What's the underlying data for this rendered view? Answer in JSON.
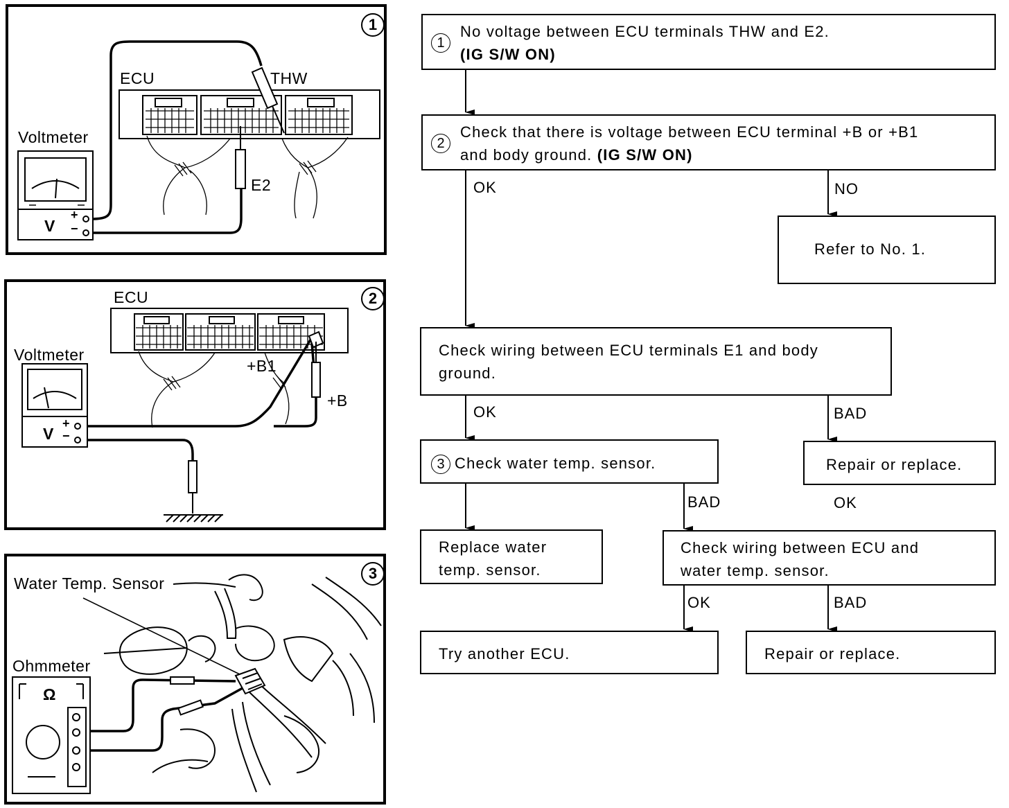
{
  "flowchart": {
    "step1": {
      "num": "1",
      "line1": "No voltage between ECU terminals THW and E2.",
      "line2": "(IG S/W ON)"
    },
    "step2": {
      "num": "2",
      "line1": "Check that there is voltage between ECU terminal +B or +B1",
      "line2a": "and body ground. ",
      "line2b": "(IG S/W ON)"
    },
    "refer": "Refer to No. 1.",
    "wiring_e1": {
      "line1": "Check wiring between ECU terminals E1 and body",
      "line2": "ground."
    },
    "step3": {
      "num": "3",
      "text": "Check water temp. sensor."
    },
    "repair1": "Repair or replace.",
    "replace_sensor": {
      "line1": "Replace water",
      "line2": "temp. sensor."
    },
    "wiring_sensor": {
      "line1": "Check wiring between ECU and",
      "line2": "water temp. sensor."
    },
    "try_ecu": "Try another ECU.",
    "repair2": "Repair or replace.",
    "labels": {
      "ok_a": "OK",
      "no": "NO",
      "ok_b": "OK",
      "bad_a": "BAD",
      "bad_b": "BAD",
      "ok_c": "OK",
      "ok_d": "OK",
      "bad_c": "BAD"
    }
  },
  "panel1": {
    "num": "1",
    "ecu": "ECU",
    "thw": "THW",
    "voltmeter": "Voltmeter",
    "v": "V",
    "plus": "+",
    "minus": "−",
    "e2": "E2"
  },
  "panel2": {
    "num": "2",
    "ecu": "ECU",
    "voltmeter": "Voltmeter",
    "v": "V",
    "plus": "+",
    "minus": "−",
    "b1": "+B1",
    "b": "+B"
  },
  "panel3": {
    "num": "3",
    "sensor": "Water Temp. Sensor",
    "ohmmeter": "Ohmmeter",
    "omega": "Ω"
  }
}
